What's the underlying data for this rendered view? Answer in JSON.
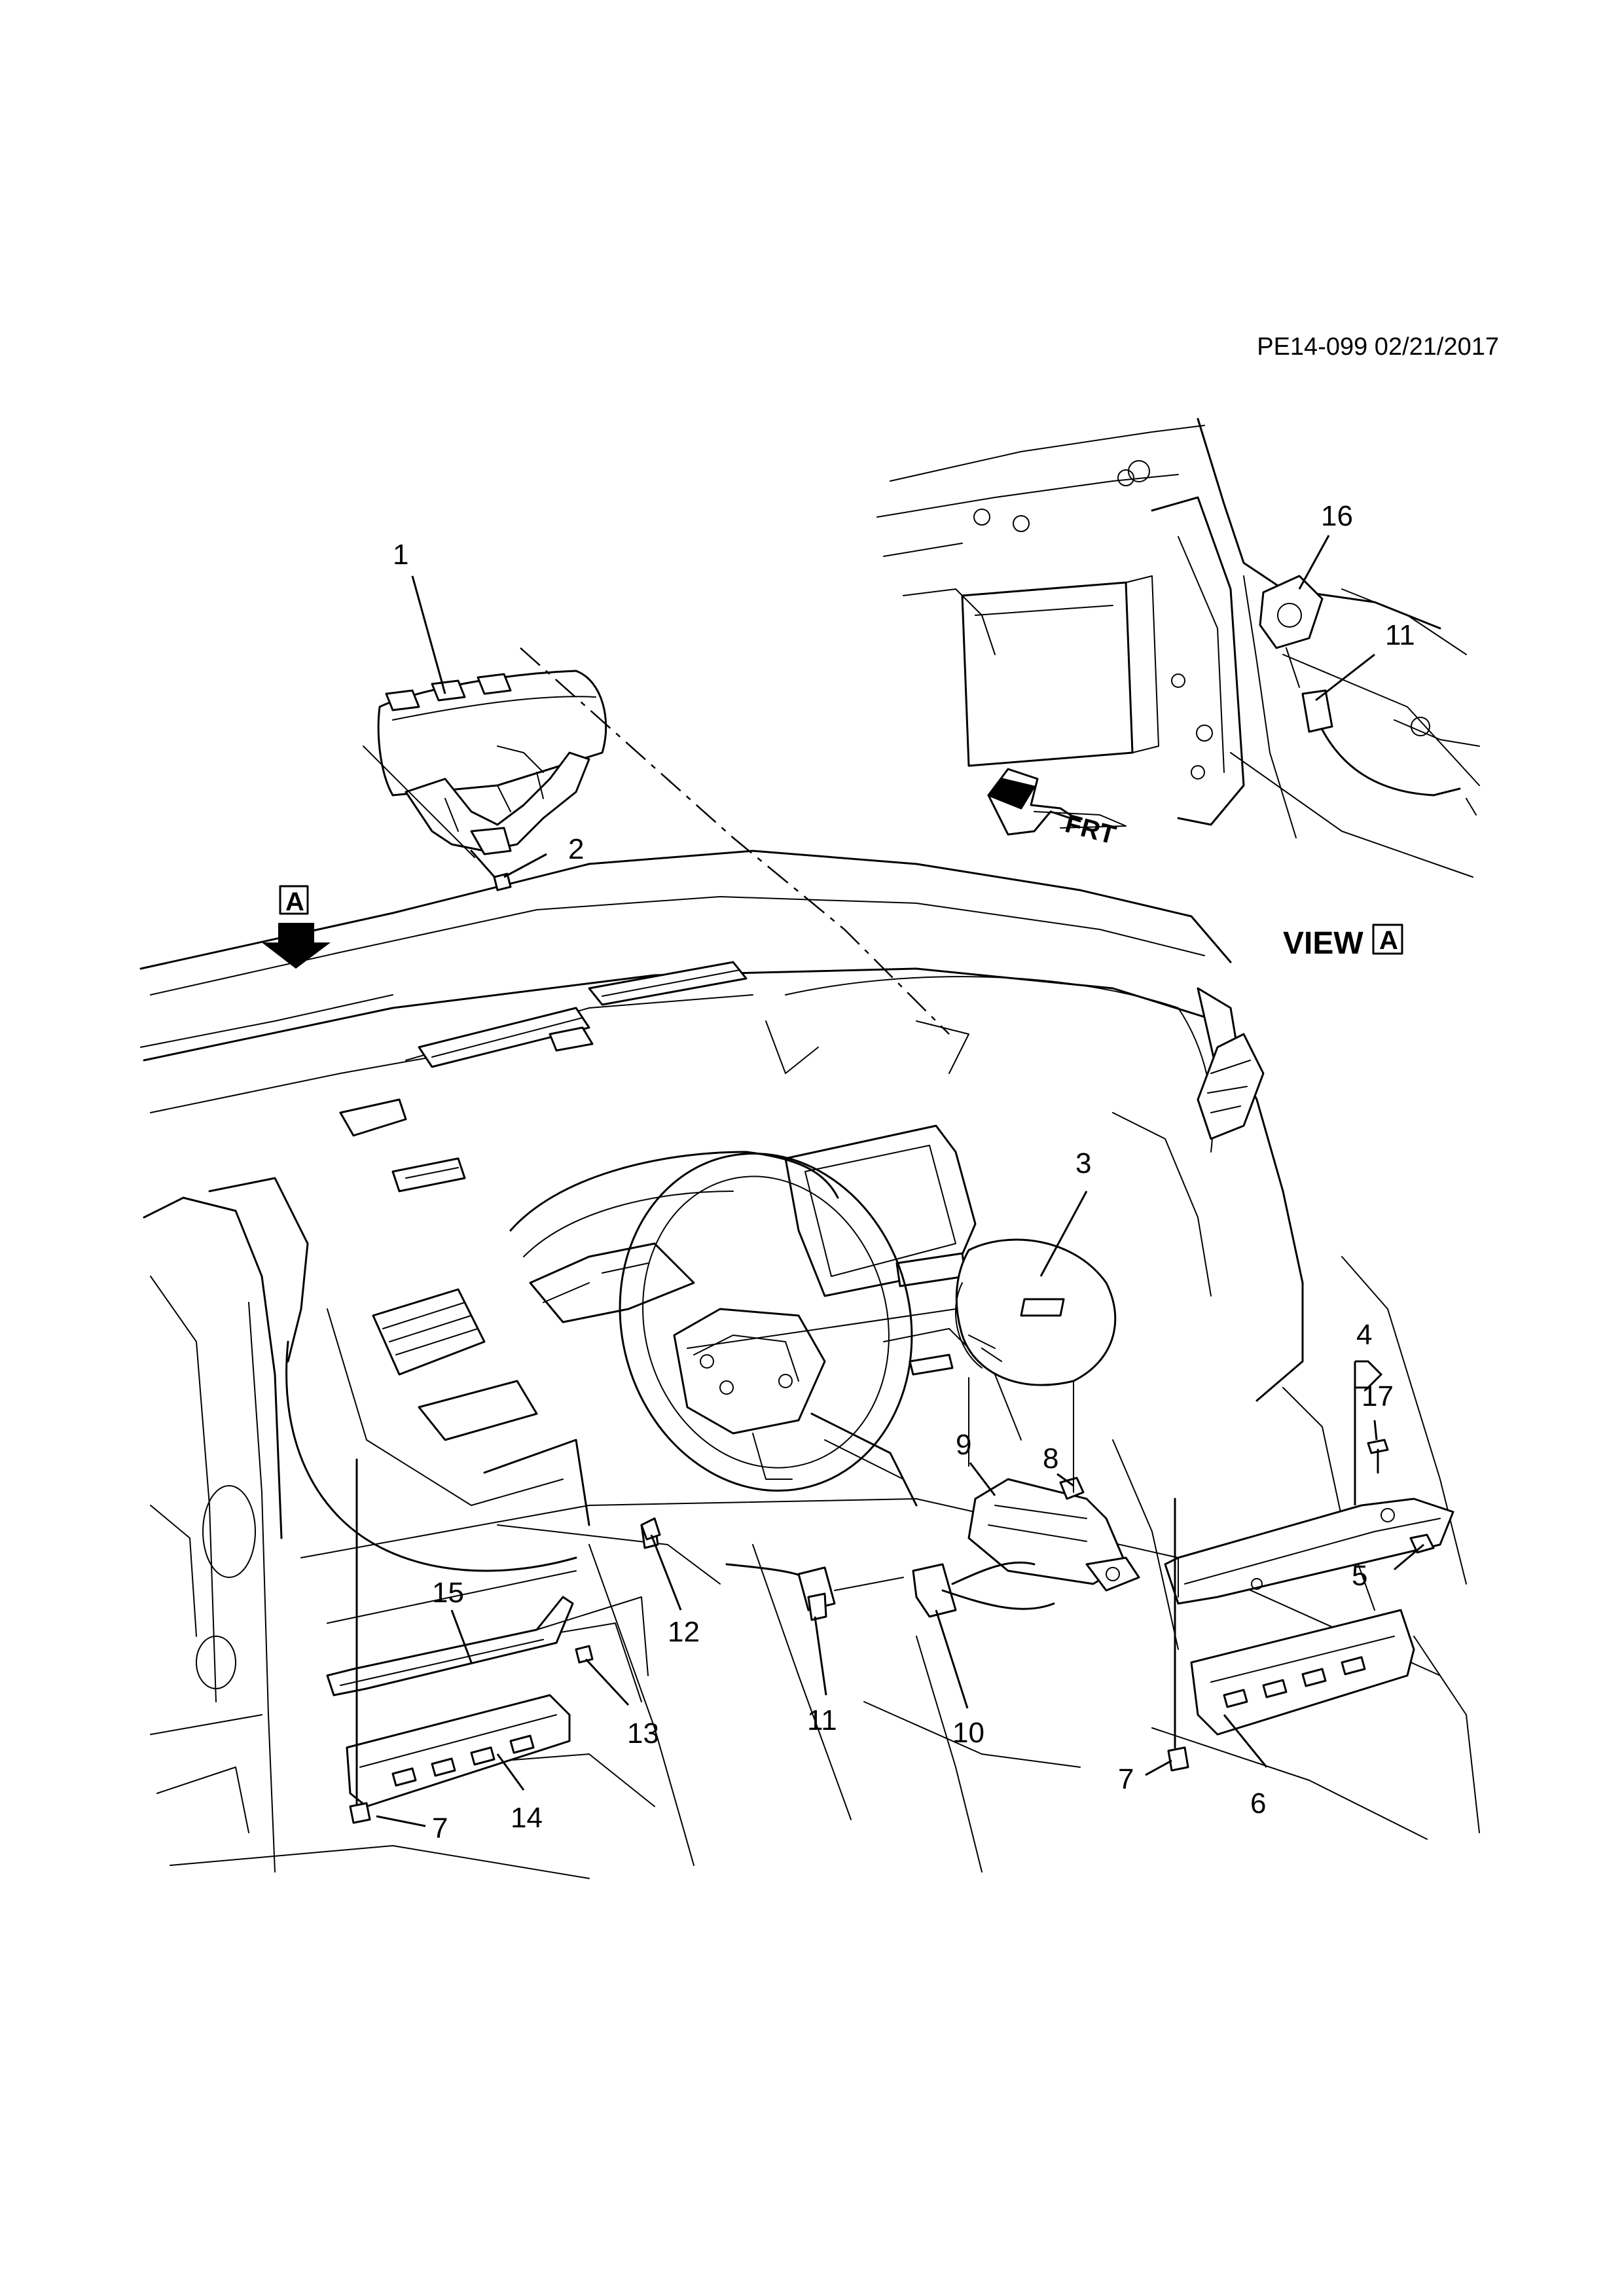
{
  "diagram": {
    "reference": "PE14-099 02/21/2017",
    "view_label": "VIEW",
    "view_id": "A",
    "direction_label": "FRT",
    "callouts": [
      {
        "id": "c1",
        "num": "1"
      },
      {
        "id": "c2",
        "num": "2"
      },
      {
        "id": "c3",
        "num": "3"
      },
      {
        "id": "c4",
        "num": "4"
      },
      {
        "id": "c5",
        "num": "5"
      },
      {
        "id": "c6",
        "num": "6"
      },
      {
        "id": "c7a",
        "num": "7"
      },
      {
        "id": "c7b",
        "num": "7"
      },
      {
        "id": "c8",
        "num": "8"
      },
      {
        "id": "c9",
        "num": "9"
      },
      {
        "id": "c10",
        "num": "10"
      },
      {
        "id": "c11a",
        "num": "11"
      },
      {
        "id": "c11b",
        "num": "11"
      },
      {
        "id": "c12",
        "num": "12"
      },
      {
        "id": "c13",
        "num": "13"
      },
      {
        "id": "c14",
        "num": "14"
      },
      {
        "id": "c15",
        "num": "15"
      },
      {
        "id": "c16",
        "num": "16"
      },
      {
        "id": "c17",
        "num": "17"
      }
    ]
  }
}
